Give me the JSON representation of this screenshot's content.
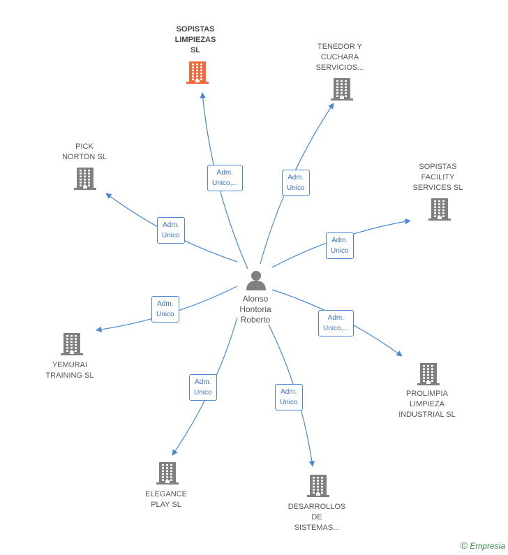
{
  "center": {
    "name_lines": [
      "Alonso",
      "Hontoria",
      "Roberto"
    ]
  },
  "colors": {
    "edge": "#4a86d4",
    "building": "#808080",
    "building_highlight": "#f26a3a",
    "person": "#808080"
  },
  "nodes": [
    {
      "id": "sopistas-limpiezas",
      "lines": [
        "SOPISTAS",
        "LIMPIEZAS",
        "SL"
      ],
      "highlight": true,
      "edge_label": [
        "Adm.",
        "Unico,..."
      ]
    },
    {
      "id": "tenedor-cuchara",
      "lines": [
        "TENEDOR Y",
        "CUCHARA",
        "SERVICIOS..."
      ],
      "highlight": false,
      "edge_label": [
        "Adm.",
        "Unico"
      ]
    },
    {
      "id": "pick-norton",
      "lines": [
        "PICK",
        "NORTON SL"
      ],
      "highlight": false,
      "edge_label": [
        "Adm.",
        "Unico"
      ]
    },
    {
      "id": "sopistas-facility",
      "lines": [
        "SOPISTAS",
        "FACILITY",
        "SERVICES  SL"
      ],
      "highlight": false,
      "edge_label": [
        "Adm.",
        "Unico"
      ]
    },
    {
      "id": "yemurai-training",
      "lines": [
        "YEMURAI",
        "TRAINING SL"
      ],
      "highlight": false,
      "edge_label": [
        "Adm.",
        "Unico"
      ]
    },
    {
      "id": "prolimpia",
      "lines": [
        "PROLIMPIA",
        "LIMPIEZA",
        "INDUSTRIAL SL"
      ],
      "highlight": false,
      "edge_label": [
        "Adm.",
        "Unico,..."
      ]
    },
    {
      "id": "elegance-play",
      "lines": [
        "ELEGANCE",
        "PLAY  SL"
      ],
      "highlight": false,
      "edge_label": [
        "Adm.",
        "Unico"
      ]
    },
    {
      "id": "desarrollos",
      "lines": [
        "DESARROLLOS",
        "DE",
        "SISTEMAS..."
      ],
      "highlight": false,
      "edge_label": [
        "Adm.",
        "Unico"
      ]
    }
  ],
  "footer": {
    "copyright": "©",
    "brand": "Empresia"
  }
}
